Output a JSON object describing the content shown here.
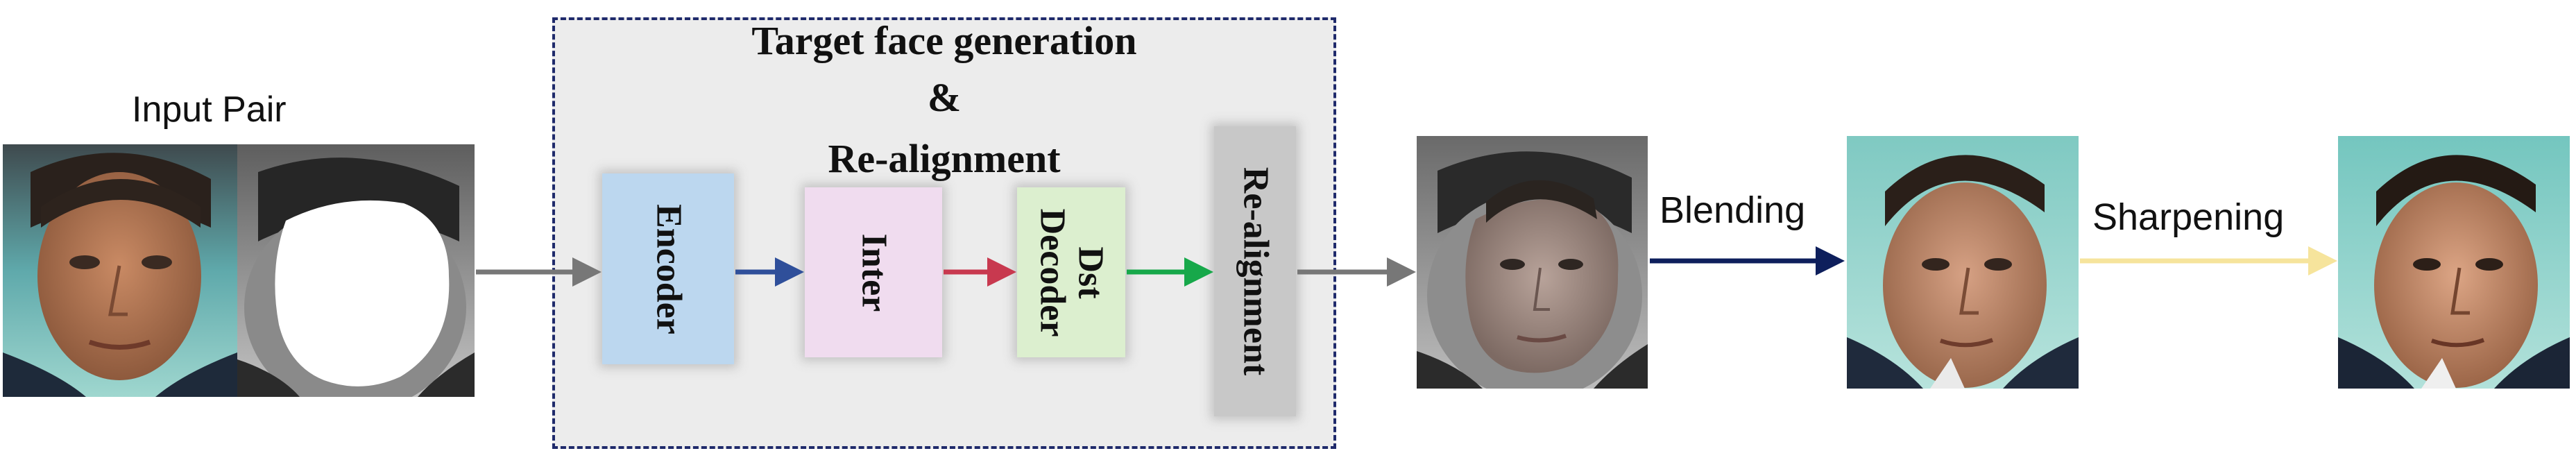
{
  "input": {
    "title": "Input Pair"
  },
  "generation": {
    "title_line1": "Target face generation",
    "title_line2": "&",
    "title_line3": "Re-alignment"
  },
  "blocks": {
    "encoder": "Encoder",
    "inter": "Inter",
    "decoder_line1": "Dst",
    "decoder_line2": "Decoder",
    "realignment": "Re-alignment"
  },
  "steps": {
    "blending": "Blending",
    "sharpening": "Sharpening"
  },
  "colors": {
    "encoder_fill": "#bcd7ef",
    "inter_fill": "#f0dcef",
    "decoder_fill": "#dcefcf",
    "realign_fill": "#c8c8c8",
    "arrow_gray": "#777777",
    "arrow_blue": "#2f4f9a",
    "arrow_red": "#c8394f",
    "arrow_green": "#17a84a",
    "arrow_navy": "#0e1f5c",
    "arrow_yellow": "#f6e49c",
    "frame_dashed": "#1f2a6b"
  }
}
